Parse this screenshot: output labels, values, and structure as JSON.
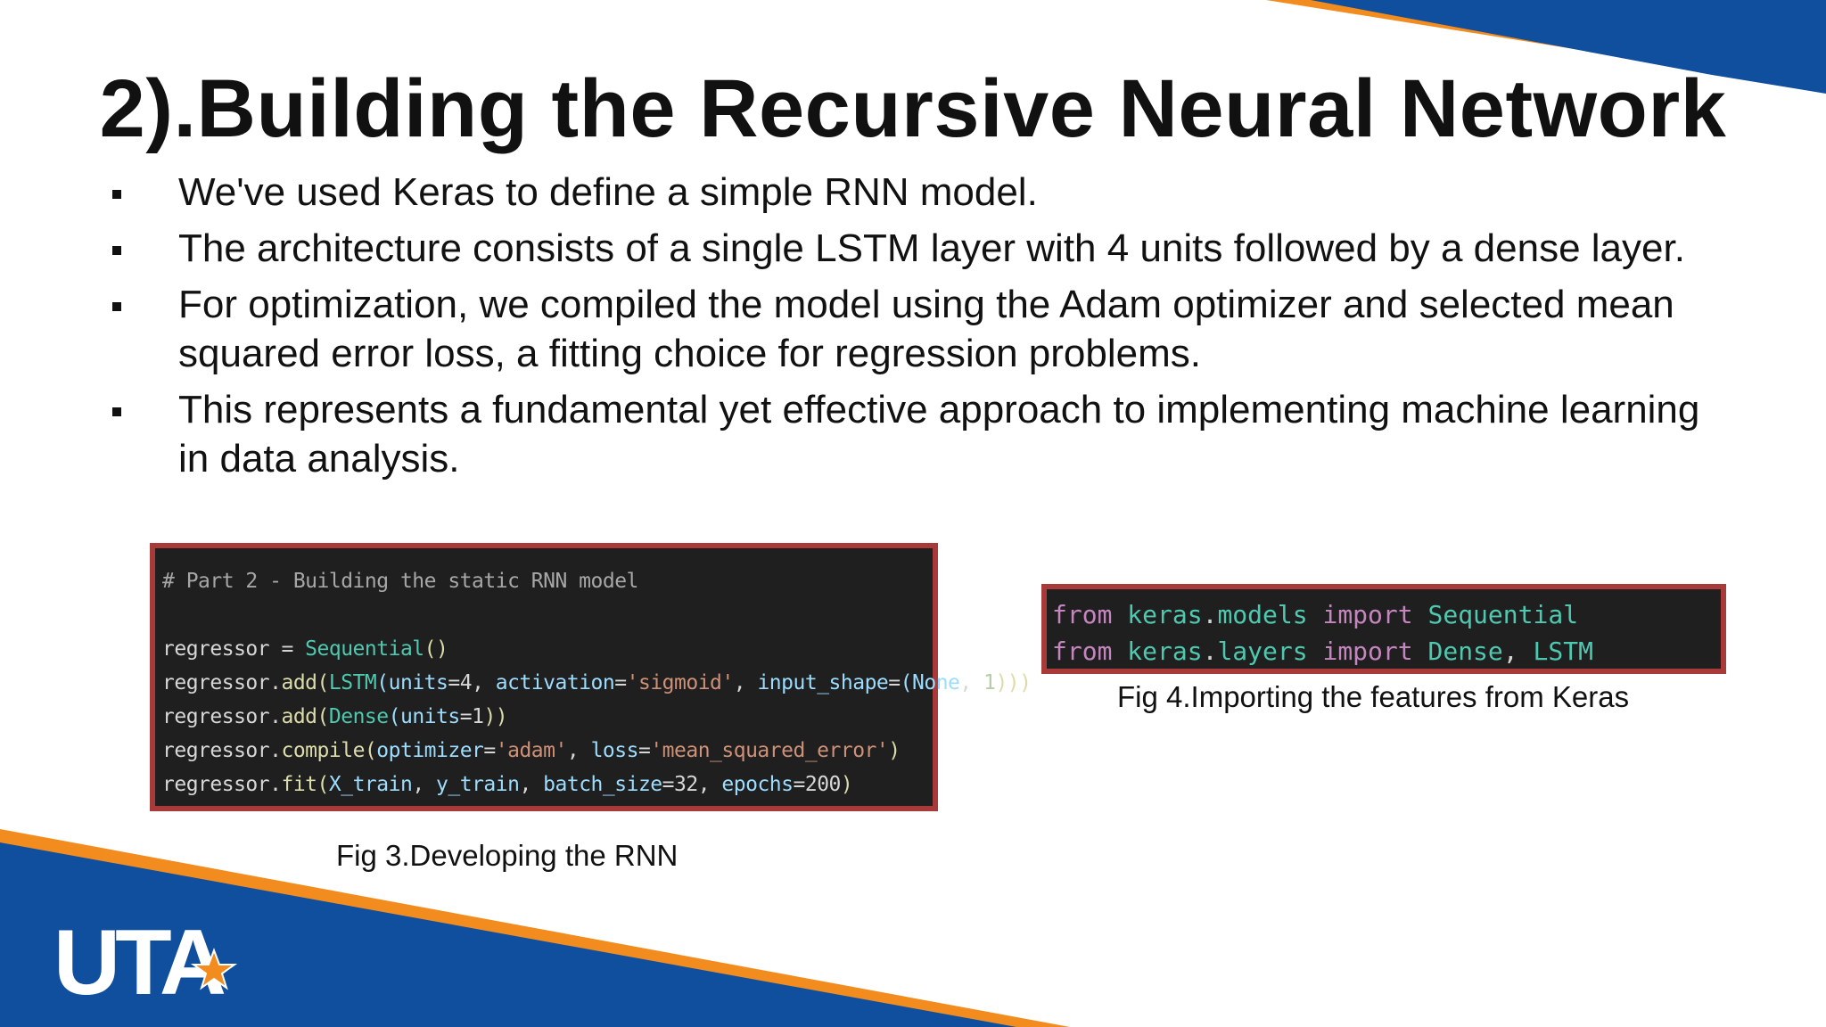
{
  "slide": {
    "title": "2).Building the Recursive Neural Network",
    "bullets": [
      "We've used Keras to define a simple RNN model.",
      "The architecture consists of a single LSTM layer with 4 units followed by a dense layer.",
      " For optimization, we compiled the model using the Adam optimizer and selected mean squared error loss, a fitting choice for regression problems.",
      "This represents a fundamental yet effective approach to implementing machine learning in data analysis."
    ]
  },
  "figure3": {
    "caption": "Fig 3.Developing the RNN",
    "code": {
      "comment": "# Part 2 - Building the static RNN model",
      "l2": {
        "var": "regressor",
        "eq": " = ",
        "cls": "Sequential",
        "paren": "()"
      },
      "l3": {
        "obj": "regressor",
        "dot": ".",
        "fn": "add",
        "open": "(",
        "cls": "LSTM",
        "p": "(",
        "a1": "units",
        "v1": "=4, ",
        "a2": "activation",
        "eq2": "=",
        "s1": "'sigmoid'",
        "sep": ", ",
        "a3": "input_shape",
        "eq3": "=",
        "p2": "(",
        "none": "None",
        "sep2": ", ",
        "one": "1",
        "close": ")))"
      },
      "l4": {
        "obj": "regressor",
        "dot": ".",
        "fn": "add",
        "open": "(",
        "cls": "Dense",
        "p": "(",
        "a1": "units",
        "v1": "=1",
        "close": "))"
      },
      "l5": {
        "obj": "regressor",
        "dot": ".",
        "fn": "compile",
        "open": "(",
        "a1": "optimizer",
        "eq": "=",
        "s1": "'adam'",
        "sep": ", ",
        "a2": "loss",
        "eq2": "=",
        "s2": "'mean_squared_error'",
        "close": ")"
      },
      "l6": {
        "obj": "regressor",
        "dot": ".",
        "fn": "fit",
        "open": "(",
        "x": "X_train",
        "sep": ", ",
        "y": "y_train",
        "sep2": ", ",
        "a1": "batch_size",
        "v1": "=32",
        "sep3": ", ",
        "a2": "epochs",
        "v2": "=200",
        "close": ")"
      }
    }
  },
  "figure4": {
    "caption": "Fig 4.Importing the features from Keras",
    "code": {
      "l1": {
        "kw1": "from",
        "mod": "keras",
        "dot": ".",
        "sub": "models",
        "kw2": "import",
        "name": "Sequential"
      },
      "l2": {
        "kw1": "from",
        "mod": "keras",
        "dot": ".",
        "sub": "layers",
        "kw2": "import",
        "name": "Dense",
        "comma": ", ",
        "name2": "LSTM"
      }
    }
  },
  "logo": {
    "text": "UTA"
  },
  "colors": {
    "brand_blue": "#0f4f9e",
    "brand_orange": "#f28c1f",
    "code_border": "#a83a3a",
    "code_bg": "#1f1f1f"
  }
}
